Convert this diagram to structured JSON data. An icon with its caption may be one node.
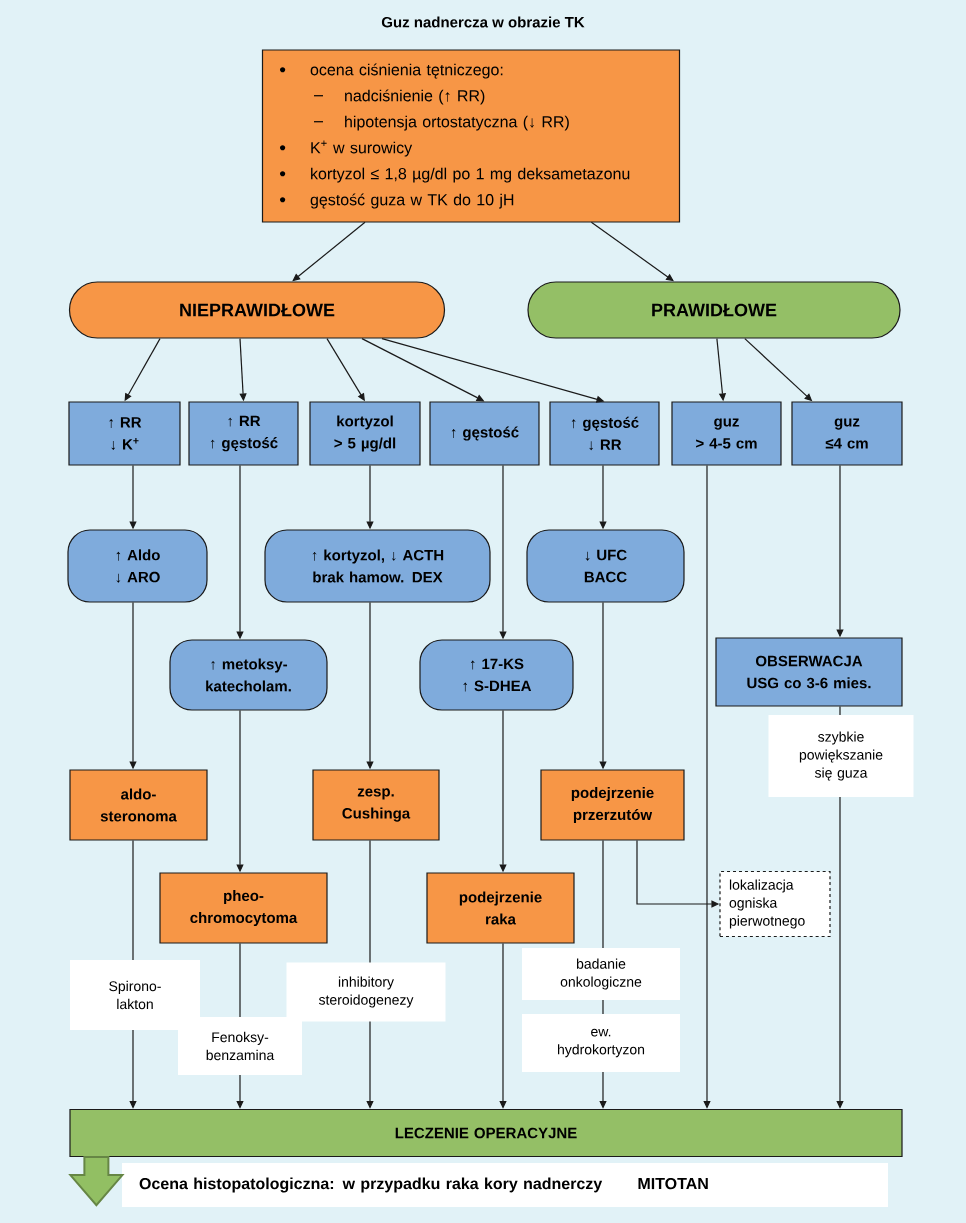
{
  "diagram": {
    "title": "Guz nadnercza w obrazie TK",
    "nodes": [
      {
        "text": [
          "ocena ciśnienia tętniczego:",
          "nadciśnienie (↑ RR)",
          "hipotensja ortostatyczna (↓ RR)",
          "K$^{+}$ w surowicy",
          "kortyzol ≤ 1,8 µg/dl po 1 mg deksametazonu",
          "gęstość guza w TK do 10 jH"
        ]
      },
      {
        "text": [
          "NIEPRAWIDŁOWE"
        ]
      },
      {
        "text": [
          "PRAWIDŁOWE"
        ]
      },
      {
        "text": [
          "↑ RR",
          "↓ K$^{+}$"
        ]
      },
      {
        "text": [
          "↑ RR",
          "↑ gęstość"
        ]
      },
      {
        "text": [
          "kortyzol > 5 µg/dl"
        ]
      },
      {
        "text": [
          "↑ gęstość"
        ]
      },
      {
        "text": [
          "↑ gęstość",
          "↓ RR"
        ]
      },
      {
        "text": [
          "guz",
          "> 4-5 cm"
        ]
      },
      {
        "text": [
          "guz",
          "≤4 cm"
        ]
      },
      {
        "text": [
          "↑ Aldo",
          "↓ ARO"
        ]
      },
      {
        "text": [
          "↑ kortyzol, ↓ ACTH",
          "brak hamow. DEX"
        ]
      },
      {
        "text": [
          "↓ UFC",
          "BACC"
        ]
      },
      {
        "text": [
          "↑ metoksy- katecholam."
        ]
      },
      {
        "text": [
          "↑ 17-KS",
          "↑ S-DHEA"
        ]
      },
      {
        "text": [
          "OBSERWACJA USG co 3-6 mies."
        ]
      },
      {
        "text": [
          "aldo- steronoma"
        ]
      },
      {
        "text": [
          "zesp. Cushinga"
        ]
      },
      {
        "text": [
          "podejrzenie przerzutów"
        ]
      },
      {
        "text": [
          "pheo- chromocytoma"
        ]
      },
      {
        "text": [
          "podejrzenie raka"
        ]
      },
      {
        "text": [
          "lokalizacja ogniska pierwotnego"
        ]
      },
      {
        "text": [
          "LECZENIE OPERACYJNE"
        ]
      },
      {
        "text": [
          "Ocena histopatologiczna: w przypadku raka kory nadnerczy",
          "MITOTAN"
        ]
      }
    ],
    "edges": [
      {
        "from": 0,
        "to": 1,
        "arrow": "to"
      },
      {
        "from": 0,
        "to": 2,
        "arrow": "to"
      },
      {
        "from": 1,
        "to": 3,
        "arrow": "to"
      },
      {
        "from": 1,
        "to": 4,
        "arrow": "to"
      },
      {
        "from": 1,
        "to": 5,
        "arrow": "to"
      },
      {
        "from": 1,
        "to": 6,
        "arrow": "to"
      },
      {
        "from": 1,
        "to": 7,
        "arrow": "to"
      },
      {
        "from": 2,
        "to": 8,
        "arrow": "to"
      },
      {
        "from": 2,
        "to": 9,
        "arrow": "to"
      },
      {
        "from": 3,
        "to": 10,
        "arrow": "to"
      },
      {
        "from": 4,
        "to": 13,
        "arrow": "to"
      },
      {
        "from": 5,
        "to": 11,
        "arrow": "to"
      },
      {
        "from": 6,
        "to": 14,
        "arrow": "to"
      },
      {
        "from": 7,
        "to": 12,
        "arrow": "to"
      },
      {
        "from": 9,
        "to": 15,
        "arrow": "to"
      },
      {
        "from": 10,
        "to": 16,
        "arrow": "to"
      },
      {
        "from": 11,
        "to": 17,
        "arrow": "to"
      },
      {
        "from": 12,
        "to": 18,
        "arrow": "to"
      },
      {
        "from": 13,
        "to": 19,
        "arrow": "to"
      },
      {
        "from": 14,
        "to": 20,
        "arrow": "to"
      },
      {
        "from": 16,
        "to": 22,
        "arrow": "to",
        "label": "Spirono- lakton"
      },
      {
        "from": 19,
        "to": 22,
        "arrow": "to",
        "label": "Fenoksy- benzamina"
      },
      {
        "from": 17,
        "to": 22,
        "arrow": "to",
        "label": "inhibitory steroidogenezy"
      },
      {
        "from": 20,
        "to": 22,
        "arrow": "to"
      },
      {
        "from": 18,
        "to": 22,
        "arrow": "to",
        "label": "badanie onkologiczne"
      },
      {
        "from": 8,
        "to": 22,
        "arrow": "to"
      },
      {
        "from": 15,
        "to": 22,
        "arrow": "to",
        "label": "szybkie powiększanie się guza"
      },
      {
        "from": 18,
        "to": 21,
        "arrow": "to"
      },
      {
        "from": 22,
        "to": null,
        "arrow": "to",
        "style": "thick",
        "color": "#92bf63"
      }
    ],
    "labels": [
      "ew. hydrokortyzon"
    ]
  }
}
